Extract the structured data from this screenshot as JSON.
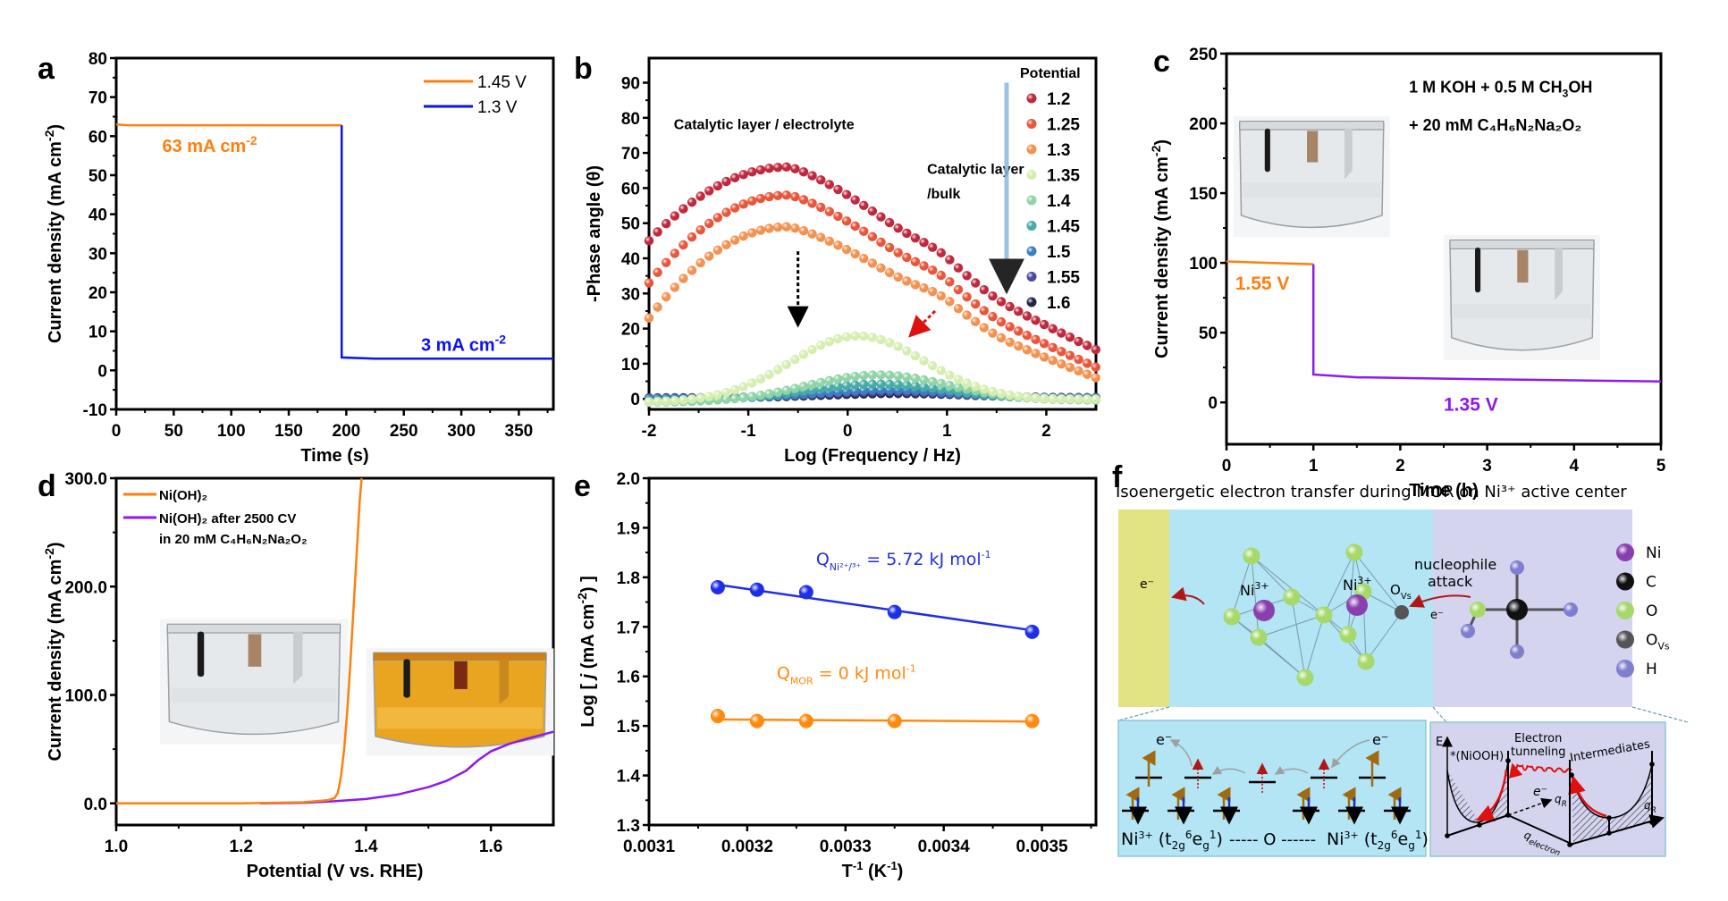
{
  "chart_data": [
    {
      "id": "a",
      "panel_label": "a",
      "type": "line",
      "xlabel": "Time (s)",
      "ylabel": "Current density (mA cm⁻²)",
      "xlim": [
        0,
        380
      ],
      "ylim": [
        -10,
        80
      ],
      "xticks": [
        0,
        50,
        100,
        150,
        200,
        250,
        300,
        350
      ],
      "yticks": [
        -10,
        0,
        10,
        20,
        30,
        40,
        50,
        60,
        70,
        80
      ],
      "legend_position": "top-right",
      "series": [
        {
          "name": "1.45 V",
          "color": "#ff7f0e",
          "x": [
            0,
            10,
            196
          ],
          "y": [
            63,
            62.8,
            62.8
          ]
        },
        {
          "name": "1.3 V",
          "color": "#0a14f0",
          "x": [
            196,
            196,
            225,
            380
          ],
          "y": [
            62.8,
            3.3,
            3.0,
            3.0
          ]
        }
      ],
      "annotations": [
        {
          "text": "63 mA cm⁻²",
          "color": "#ff7f0e",
          "x": 40,
          "y": 55
        },
        {
          "text": "3 mA cm⁻²",
          "color": "#0a14f0",
          "x": 265,
          "y": 8
        }
      ]
    },
    {
      "id": "b",
      "panel_label": "b",
      "type": "scatter",
      "xlabel": "Log (Frequency / Hz)",
      "ylabel": "-Phase angle (θ)",
      "xlim": [
        -2,
        2.5
      ],
      "ylim": [
        -3,
        97
      ],
      "xticks": [
        -2,
        -1,
        0,
        1,
        2
      ],
      "yticks": [
        0,
        10,
        20,
        30,
        40,
        50,
        60,
        70,
        80,
        90
      ],
      "legend_title": "Potential",
      "legend_position": "top-right",
      "series": [
        {
          "name": "1.2",
          "color": "#c0283c",
          "peak": 66,
          "peak_x": -0.6,
          "start": 45,
          "end": 14,
          "shoulder": 41
        },
        {
          "name": "1.25",
          "color": "#e8553a",
          "peak": 58,
          "peak_x": -0.6,
          "start": 33,
          "end": 9,
          "shoulder": 35
        },
        {
          "name": "1.3",
          "color": "#f39150",
          "peak": 49,
          "peak_x": -0.6,
          "start": 23,
          "end": 6,
          "shoulder": 30
        },
        {
          "name": "1.35",
          "color": "#d5eeb0",
          "peak": 17.5,
          "peak_x": 0.1,
          "start": -1,
          "end": 2,
          "shoulder": 0
        },
        {
          "name": "1.4",
          "color": "#8fd3a6",
          "peak": 6.5,
          "peak_x": 0.3,
          "start": -1,
          "end": 1,
          "shoulder": 0
        },
        {
          "name": "1.45",
          "color": "#46aaa5",
          "peak": 4,
          "peak_x": 0.3,
          "start": -0.5,
          "end": 0.8,
          "shoulder": 0
        },
        {
          "name": "1.5",
          "color": "#3a7fc0",
          "peak": 2.5,
          "peak_x": 0.4,
          "start": 0,
          "end": 0.5,
          "shoulder": 0
        },
        {
          "name": "1.55",
          "color": "#4a4aa0",
          "peak": 2,
          "peak_x": 0.4,
          "start": 0.2,
          "end": 0.5,
          "shoulder": 0
        },
        {
          "name": "1.6",
          "color": "#25244a",
          "peak": 1.5,
          "peak_x": 0.5,
          "start": 0.3,
          "end": 0.4,
          "shoulder": 0
        }
      ],
      "annotations": [
        {
          "text": "Catalytic layer / electrolyte",
          "x": -1.75,
          "y": 78
        },
        {
          "text": "Catalytic layer",
          "x": 0.8,
          "y": 64
        },
        {
          "text": "/bulk",
          "x": 0.8,
          "y": 57
        }
      ]
    },
    {
      "id": "c",
      "panel_label": "c",
      "type": "line",
      "xlabel": "Time (h)",
      "ylabel": "Current density (mA cm⁻²)",
      "xlim": [
        0,
        5
      ],
      "ylim": [
        -30,
        250
      ],
      "xticks": [
        0,
        1,
        2,
        3,
        4,
        5
      ],
      "yticks": [
        0,
        50,
        100,
        150,
        200,
        250
      ],
      "series": [
        {
          "name": "1.55 V",
          "color": "#ff7f0e",
          "x": [
            0,
            0.5,
            1.0
          ],
          "y": [
            101,
            100,
            99
          ]
        },
        {
          "name": "1.35 V",
          "color": "#8c1af0",
          "x": [
            1.0,
            1.0,
            1.5,
            2.5,
            3.8,
            5
          ],
          "y": [
            99,
            20,
            18,
            17,
            16,
            15
          ]
        }
      ],
      "annotations": [
        {
          "text": "1.55 V",
          "color": "#ff7f0e",
          "x": 0.15,
          "y": 83
        },
        {
          "text": "1.35 V",
          "color": "#8c1af0",
          "x": 2.6,
          "y": -7
        },
        {
          "text": "1 M KOH + 0.5 M CH₃OH",
          "color": "#000000",
          "x": 2.3,
          "y": 225
        },
        {
          "text": "+ 20 mM C₄H₆N₂Na₂O₂",
          "color": "#000000",
          "x": 2.3,
          "y": 197
        }
      ]
    },
    {
      "id": "d",
      "panel_label": "d",
      "type": "line",
      "xlabel": "Potential (V vs. RHE)",
      "ylabel": "Current density (mA cm⁻²)",
      "xlim": [
        1.0,
        1.7
      ],
      "ylim": [
        -20,
        300
      ],
      "xticks": [
        1.0,
        1.2,
        1.4,
        1.6
      ],
      "yticks": [
        0,
        100,
        200,
        300
      ],
      "legend_position": "top-left",
      "series": [
        {
          "name": "Ni(OH)₂",
          "color": "#ff7f0e",
          "x": [
            1.0,
            1.2,
            1.3,
            1.34,
            1.35,
            1.355,
            1.36,
            1.365,
            1.37,
            1.375,
            1.38,
            1.385,
            1.39,
            1.393
          ],
          "y": [
            0,
            0,
            1,
            3,
            5,
            10,
            25,
            50,
            85,
            130,
            180,
            230,
            280,
            300
          ]
        },
        {
          "name": "Ni(OH)₂ after 2500 CV in 20 mM C₄H₆N₂Na₂O₂",
          "color": "#8c1af0",
          "x": [
            1.23,
            1.3,
            1.35,
            1.4,
            1.45,
            1.5,
            1.53,
            1.56,
            1.58,
            1.6,
            1.63,
            1.66,
            1.7
          ],
          "y": [
            0,
            0.5,
            2,
            4,
            8,
            15,
            21,
            30,
            40,
            48,
            55,
            60,
            66
          ]
        }
      ]
    },
    {
      "id": "e",
      "panel_label": "e",
      "type": "scatter",
      "xlabel": "T⁻¹ (K⁻¹)",
      "ylabel": "Log [ j (mA cm⁻²) ]",
      "xlim": [
        0.0031,
        0.003555
      ],
      "ylim": [
        1.3,
        2.0
      ],
      "xticks": [
        0.0031,
        0.0032,
        0.0033,
        0.0034,
        0.0035
      ],
      "yticks": [
        1.3,
        1.4,
        1.5,
        1.6,
        1.7,
        1.8,
        1.9,
        2.0
      ],
      "series": [
        {
          "name": "Ni2+/3+",
          "color": "#1f2ee8",
          "x": [
            0.00317,
            0.00321,
            0.00326,
            0.00335,
            0.00349
          ],
          "y": [
            1.78,
            1.775,
            1.77,
            1.73,
            1.69
          ],
          "fit": [
            1.785,
            1.693
          ]
        },
        {
          "name": "MOR",
          "color": "#ff8a10",
          "x": [
            0.00317,
            0.00321,
            0.00326,
            0.00335,
            0.00349
          ],
          "y": [
            1.52,
            1.51,
            1.51,
            1.51,
            1.51
          ],
          "fit": [
            1.513,
            1.509
          ]
        }
      ],
      "annotations": [
        {
          "text": "Q_Ni2+/3+ = 5.72 kJ mol⁻¹",
          "main": "Q",
          "sub": "Ni²⁺/³⁺",
          "rest": " = 5.72 kJ mol",
          "sup": "-1",
          "color": "#1f2ee8"
        },
        {
          "text": "Q_MOR = 0 kJ mol⁻¹",
          "main": "Q",
          "sub": "MOR",
          "rest": " = 0 kJ mol",
          "sup": "-1",
          "color": "#ff8a10"
        }
      ]
    }
  ],
  "panels": {
    "a": {
      "label": "a",
      "legend": [
        "1.45 V",
        "1.3 V"
      ],
      "ann1": "63 mA cm",
      "ann2": "3 mA cm",
      "sup": "-2"
    },
    "b": {
      "label": "b",
      "legend_title": "Potential"
    },
    "c": {
      "label": "c",
      "line1": "1 M KOH + 0.5 M CH",
      "line1_sub": "3",
      "line1_end": "OH",
      "line2": "+ 20 mM C₄H₆N₂Na₂O₂",
      "v1": "1.55 V",
      "v2": "1.35 V"
    },
    "d": {
      "label": "d",
      "legend1": "Ni(OH)₂",
      "legend2a": "Ni(OH)₂ after 2500 CV",
      "legend2b": "in 20 mM C₄H₆N₂Na₂O₂"
    },
    "e": {
      "label": "e"
    },
    "f": {
      "label": "f",
      "title": "Isoenergetic electron transfer during MOR on Ni³⁺ active center",
      "electron": "e⁻",
      "ni3_label": "Ni³⁺",
      "ovs_label": "O",
      "ovs_sub": "Vs",
      "nucleophile": "nucleophile",
      "attack": "attack",
      "legend": [
        {
          "name": "Ni",
          "color": "#8a3fb0"
        },
        {
          "name": "C",
          "color": "#111111"
        },
        {
          "name": "O",
          "color": "#a6d96a"
        },
        {
          "name": "O_Vs",
          "display": "O",
          "sub": "Vs",
          "color": "#555555"
        },
        {
          "name": "H",
          "color": "#7f7fd0"
        }
      ],
      "orbital_caption": "Ni³⁺ (t₂g⁶e g¹) ----- O ------ Ni³⁺ (t₂g⁶e g¹)",
      "cap_ni": "Ni³⁺",
      "cap_mid": "-----  O  ------",
      "diagram": {
        "E": "E",
        "niooh": "*(NiOOH)",
        "tunneling1": "Electron",
        "tunneling2": "tunneling",
        "intermediates": "Intermediates",
        "qR": "q",
        "qR_sub": "R",
        "qe": "q",
        "qe_sub": "electron",
        "e": "e⁻"
      },
      "colors": {
        "electrode": "#e2e382",
        "catalyst": "#b3e5f5",
        "molecule": "#d4d4ef"
      }
    }
  }
}
